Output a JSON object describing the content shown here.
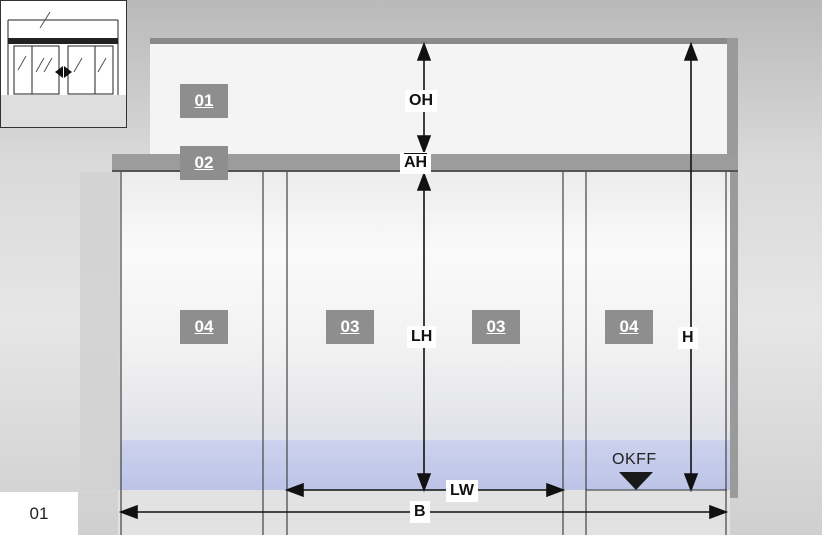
{
  "figure_label": "01",
  "zones": {
    "transom": "01",
    "header": "02",
    "sliding_left": "03",
    "sliding_right": "03",
    "fixed_left": "04",
    "fixed_right": "04"
  },
  "dimensions": {
    "overhead": "OH",
    "header_height": "AH",
    "clear_height": "LH",
    "total_height": "H",
    "clear_width": "LW",
    "total_width": "B"
  },
  "floor_level": "OKFF",
  "icons": [
    "sliding-door-thumbnail-icon",
    "floor-level-marker-icon"
  ],
  "colors": {
    "label_bg": "#8e8e8e",
    "header_bar": "#9c9c9c",
    "line": "#111111"
  }
}
